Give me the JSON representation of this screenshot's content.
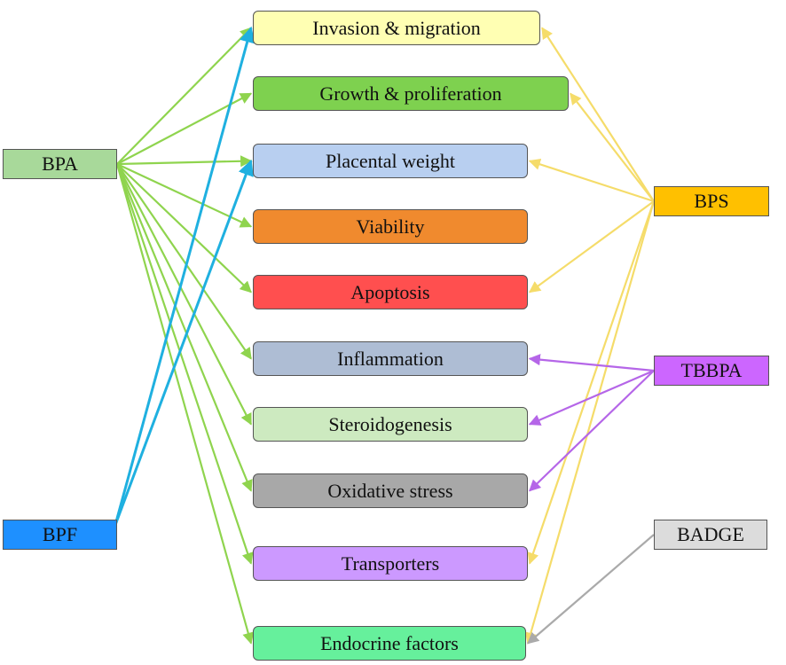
{
  "outcomes": [
    {
      "id": "invasion",
      "label": "Invasion & migration",
      "color": "#ffffb3"
    },
    {
      "id": "growth",
      "label": "Growth & proliferation",
      "color": "#7ed14f"
    },
    {
      "id": "placental",
      "label": "Placental weight",
      "color": "#b8cff0"
    },
    {
      "id": "viability",
      "label": "Viability",
      "color": "#f08a2e"
    },
    {
      "id": "apoptosis",
      "label": "Apoptosis",
      "color": "#ff4f4f"
    },
    {
      "id": "inflammation",
      "label": "Inflammation",
      "color": "#aebdd4"
    },
    {
      "id": "steroidogenesis",
      "label": "Steroidogenesis",
      "color": "#cdeac0"
    },
    {
      "id": "oxidative",
      "label": "Oxidative stress",
      "color": "#a8a8a8"
    },
    {
      "id": "transporters",
      "label": "Transporters",
      "color": "#cc99ff"
    },
    {
      "id": "endocrine",
      "label": "Endocrine factors",
      "color": "#66f09c"
    }
  ],
  "exposures": [
    {
      "id": "bpa",
      "label": "BPA",
      "color": "#a8d99a",
      "arrow_color": "#8fd44e"
    },
    {
      "id": "bpf",
      "label": "BPF",
      "color": "#1e90ff",
      "arrow_color": "#1fb0e0"
    },
    {
      "id": "bps",
      "label": "BPS",
      "color": "#ffc000",
      "arrow_color": "#f5dc6a"
    },
    {
      "id": "tbbpa",
      "label": "TBBPA",
      "color": "#cc66ff",
      "arrow_color": "#b566e8"
    },
    {
      "id": "badge",
      "label": "BADGE",
      "color": "#dcdcdc",
      "arrow_color": "#aaaaaa"
    }
  ],
  "links": [
    {
      "from": "bpa",
      "to": [
        "invasion",
        "growth",
        "placental",
        "viability",
        "apoptosis",
        "inflammation",
        "steroidogenesis",
        "oxidative",
        "transporters",
        "endocrine"
      ]
    },
    {
      "from": "bpf",
      "to": [
        "invasion",
        "placental"
      ]
    },
    {
      "from": "bps",
      "to": [
        "invasion",
        "growth",
        "placental",
        "apoptosis",
        "transporters",
        "endocrine"
      ]
    },
    {
      "from": "tbbpa",
      "to": [
        "inflammation",
        "steroidogenesis",
        "oxidative"
      ]
    },
    {
      "from": "badge",
      "to": [
        "endocrine"
      ]
    }
  ]
}
